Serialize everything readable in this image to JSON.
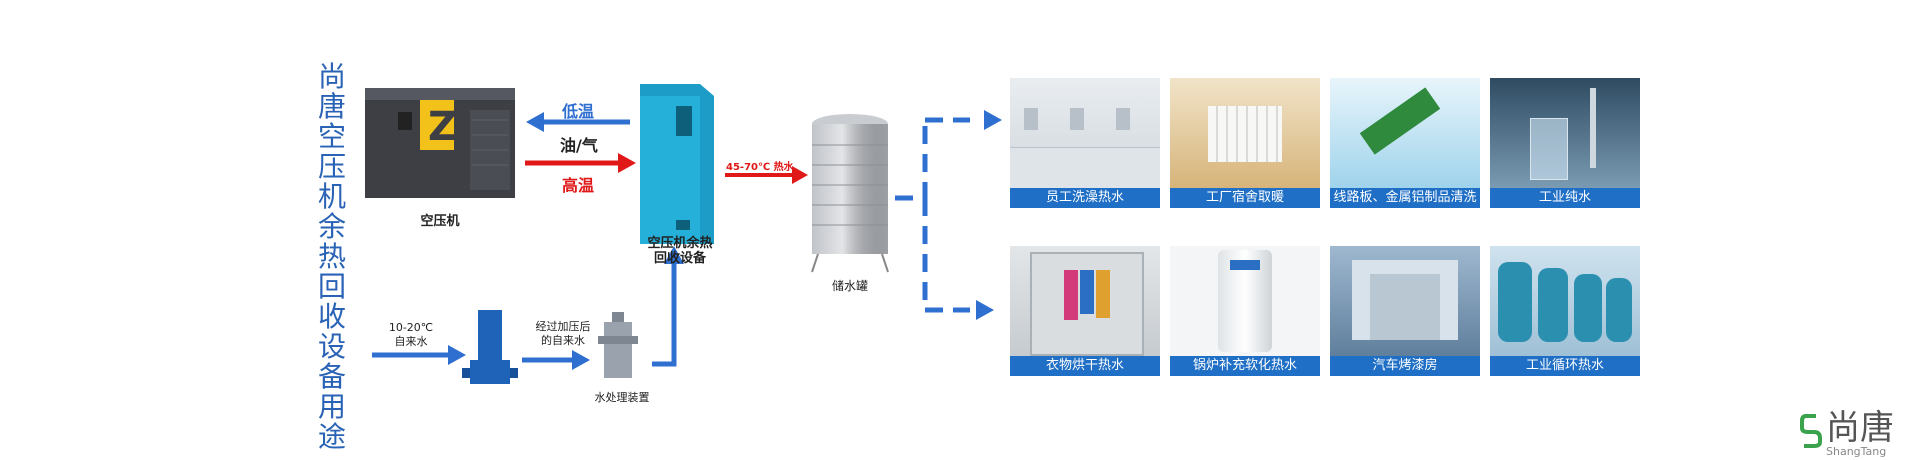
{
  "title": "尚唐空压机余热回收设备用途",
  "flow": {
    "compressor_label": "空压机",
    "recovery_label_1": "空压机余热",
    "recovery_label_2": "回收设备",
    "low_temp": "低温",
    "oil_gas": "油/气",
    "high_temp": "高温",
    "hot_water_temp": "45-70℃ 热水",
    "tank_label": "储水罐",
    "tap_water_1": "10-20℃",
    "tap_water_2": "自来水",
    "pressurized_1": "经过加压后",
    "pressurized_2": "的自来水",
    "treatment_label": "水处理装置"
  },
  "uses": [
    {
      "label": "员工洗澡热水"
    },
    {
      "label": "工厂宿舍取暖"
    },
    {
      "label": "线路板、金属铝制品清洗"
    },
    {
      "label": "工业纯水"
    },
    {
      "label": "衣物烘干热水"
    },
    {
      "label": "锅炉补充软化热水"
    },
    {
      "label": "汽车烤漆房"
    },
    {
      "label": "工业循环热水"
    }
  ],
  "brand": {
    "name": "尚唐",
    "sub": "ShangTang"
  },
  "colors": {
    "accent": "#1f6fc6",
    "hot": "#e01818",
    "title": "#2a63b6"
  }
}
